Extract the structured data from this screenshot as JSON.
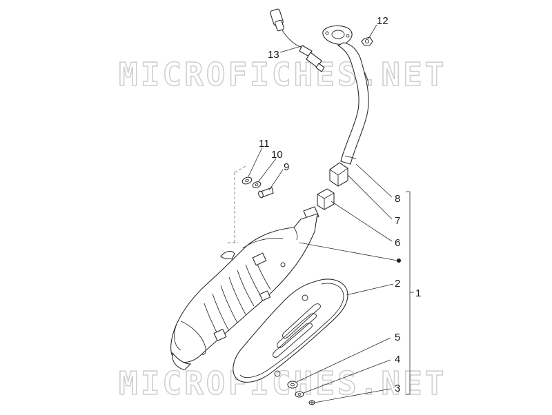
{
  "watermark": {
    "text_top": "MICROFICHES.NET",
    "text_bottom": "MICROFICHES.NET"
  },
  "callouts": {
    "c1": "1",
    "c2": "2",
    "c3": "3",
    "c4": "4",
    "c5": "5",
    "c6": "6",
    "c7": "7",
    "c8": "8",
    "c9": "9",
    "c10": "10",
    "c11": "11",
    "c12": "12",
    "c13": "13"
  },
  "colors": {
    "line": "#2a2a2a",
    "watermark": "#cfcfcf",
    "background": "#ffffff"
  }
}
